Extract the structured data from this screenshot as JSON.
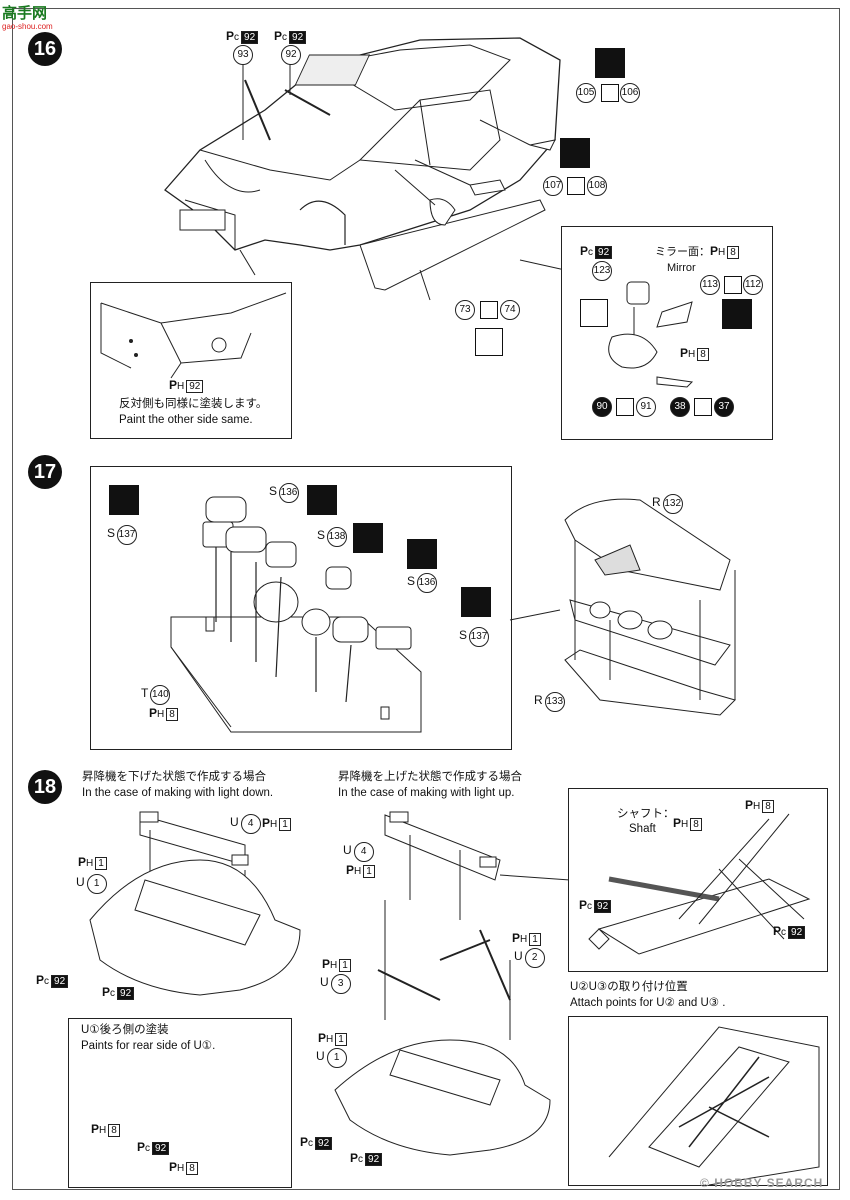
{
  "watermark": {
    "logo_text": "高手网",
    "site": "gao-shou.com"
  },
  "step16": {
    "number": "16",
    "paints": [
      "92",
      "92"
    ],
    "parts_top": [
      "93",
      "92"
    ],
    "mirror_part_labels": [
      "105",
      "106",
      "107",
      "108"
    ],
    "side_skirt": [
      "73",
      "74"
    ],
    "detail_paint": "92",
    "note_jp": "反対側も同様に塗装します。",
    "note_en": "Paint the other side same.",
    "mirror_box": {
      "paint_pc": "92",
      "mirror_face_jp": "ミラー面：",
      "mirror_face_ph": "8",
      "mirror_en": "Mirror",
      "part_123": "123",
      "part_113": "113",
      "part_112": "112",
      "ph_8": "8",
      "bottom_parts": [
        "90",
        "91",
        "38",
        "37"
      ]
    }
  },
  "step17": {
    "number": "17",
    "s136_a": "136",
    "s137_a": "137",
    "s138": "138",
    "s136_b": "136",
    "s137_b": "137",
    "t140": "140",
    "ph8": "8",
    "r132": "132",
    "r133": "133",
    "prefix_s": "S",
    "prefix_t": "T",
    "prefix_r": "R"
  },
  "step18": {
    "number": "18",
    "left_title_jp": "昇降機を下げた状態で作成する場合",
    "left_title_en": "In the case of making with light down.",
    "right_title_jp": "昇降機を上げた状態で作成する場合",
    "right_title_en": "In the case of making with light up.",
    "left_parts": {
      "u4": "4",
      "ph1_a": "1",
      "ph1_b": "1",
      "u1": "1",
      "pc92_a": "92",
      "pc92_b": "92"
    },
    "rear_box": {
      "title_jp": "U①後ろ側の塗装",
      "title_en": "Paints for rear side of U①.",
      "ph8_a": "8",
      "pc92": "92",
      "ph8_b": "8"
    },
    "center_parts": {
      "u4": "4",
      "ph1_a": "1",
      "ph1_b": "1",
      "u2": "2",
      "ph1_c": "1",
      "u3": "3",
      "ph1_d": "1",
      "u1": "1",
      "pc92_a": "92",
      "pc92_b": "92"
    },
    "shaft_box": {
      "shaft_jp": "シャフト：",
      "shaft_en": "Shaft",
      "ph8_shaft": "8",
      "ph8_top": "8",
      "pc92_left": "92",
      "pc92_right": "92"
    },
    "attach_jp": "U②U③の取り付け位置",
    "attach_en": "Attach points for U② and U③ ."
  },
  "footer": {
    "copyright": "©",
    "brand": "HOBBY SEARCH"
  }
}
